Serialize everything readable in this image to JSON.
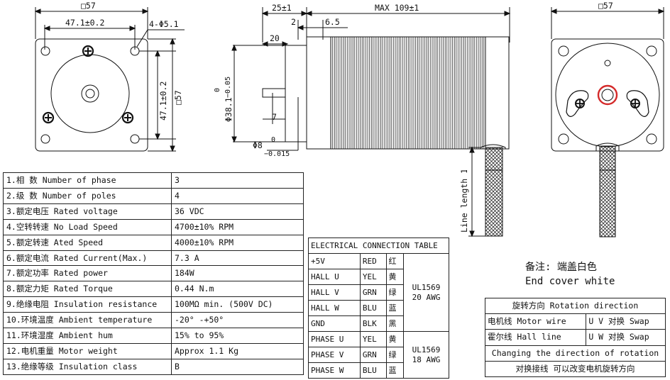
{
  "front_view": {
    "dim_square": "□57",
    "dim_hole_spacing": "47.1±0.2",
    "dim_holes": "4-Φ5.1",
    "dim_vertical_spacing": "47.1±0.2",
    "dim_vertical_square": "□57"
  },
  "side_view": {
    "dim_25": "25±1",
    "dim_max": "MAX 109±1",
    "dim_2": "2",
    "dim_6_5": "6.5",
    "dim_20": "20",
    "dim_7": "7",
    "dim_boss": "Φ38.1",
    "dim_boss_tol_upper": "0",
    "dim_boss_tol_lower": "−0.05",
    "dim_shaft": "Φ8",
    "dim_shaft_tol_upper": "0",
    "dim_shaft_tol_lower": "−0.015",
    "line_length": "Line length 1M"
  },
  "rear_view": {
    "dim_square": "□57"
  },
  "spec_table": {
    "rows": [
      {
        "label": "1.相 数 Number of phase",
        "value": "3"
      },
      {
        "label": "2.级 数 Number of poles",
        "value": "4"
      },
      {
        "label": "3.额定电压 Rated voltage",
        "value": "36 VDC"
      },
      {
        "label": "4.空转转速 No Load Speed",
        "value": "4700±10% RPM"
      },
      {
        "label": "5.额定转速 Ated Speed",
        "value": "4000±10% RPM"
      },
      {
        "label": "6.额定电流 Rated Current(Max.)",
        "value": "7.3 A"
      },
      {
        "label": "7.额定功率 Rated power",
        "value": "184W"
      },
      {
        "label": "8.额定力矩 Rated Torque",
        "value": "0.44 N.m"
      },
      {
        "label": "9.绝缘电阻 Insulation resistance",
        "value": "100MΩ min. (500V DC)"
      },
      {
        "label": "10.环境温度 Ambient temperature",
        "value": "-20° -+50°"
      },
      {
        "label": "11.环境湿度 Ambient hum",
        "value": "15% to 95%"
      },
      {
        "label": "12.电机重量 Motor weight",
        "value": "Approx 1.1 Kg"
      },
      {
        "label": "13.绝缘等级 Insulation class",
        "value": "B"
      }
    ]
  },
  "electrical_table": {
    "title": "ELECTRICAL CONNECTION TABLE",
    "rows": [
      {
        "signal": "+5V",
        "color": "RED",
        "cn": "红"
      },
      {
        "signal": "HALL U",
        "color": "YEL",
        "cn": "黄"
      },
      {
        "signal": "HALL V",
        "color": "GRN",
        "cn": "绿"
      },
      {
        "signal": "HALL W",
        "color": "BLU",
        "cn": "蓝"
      },
      {
        "signal": "GND",
        "color": "BLK",
        "cn": "黑"
      },
      {
        "signal": "PHASE U",
        "color": "YEL",
        "cn": "黄"
      },
      {
        "signal": "PHASE V",
        "color": "GRN",
        "cn": "绿"
      },
      {
        "signal": "PHASE W",
        "color": "BLU",
        "cn": "蓝"
      }
    ],
    "group1_spec_line1": "UL1569",
    "group1_spec_line2": "20 AWG",
    "group2_spec_line1": "UL1569",
    "group2_spec_line2": "18 AWG"
  },
  "note": {
    "cn": "备注: 端盖白色",
    "en": "End cover white"
  },
  "rotation_table": {
    "title": "旋转方向 Rotation direction",
    "motor_wire_label": "电机线 Motor wire",
    "motor_wire_value": "U V 对换 Swap",
    "hall_line_label": "霍尔线 Hall line",
    "hall_line_value": "U W 对换 Swap",
    "changing": "Changing the direction of rotation",
    "swap_note": "对换接线 可以改变电机旋转方向"
  },
  "colors": {
    "line": "#111111",
    "shaft_ring": "#d42a2a"
  }
}
